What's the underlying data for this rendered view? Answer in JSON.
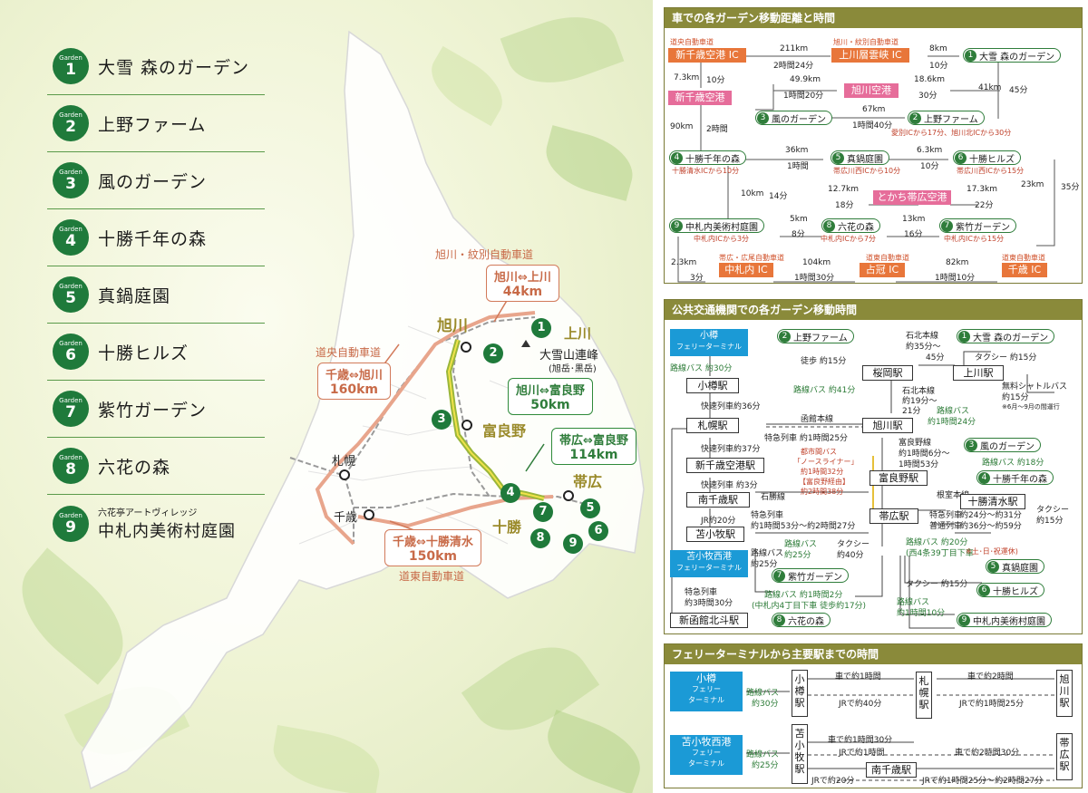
{
  "gardens": [
    {
      "word": "Garden",
      "num": "1",
      "name": "大雪 森のガーデン"
    },
    {
      "word": "Garden",
      "num": "2",
      "name": "上野ファーム"
    },
    {
      "word": "Garden",
      "num": "3",
      "name": "風のガーデン"
    },
    {
      "word": "Garden",
      "num": "4",
      "name": "十勝千年の森"
    },
    {
      "word": "Garden",
      "num": "5",
      "name": "真鍋庭園"
    },
    {
      "word": "Garden",
      "num": "6",
      "name": "十勝ヒルズ"
    },
    {
      "word": "Garden",
      "num": "7",
      "name": "紫竹ガーデン"
    },
    {
      "word": "Garden",
      "num": "8",
      "name": "六花の森"
    },
    {
      "word": "Garden",
      "num": "9",
      "sub": "六花亭アートヴィレッジ",
      "name": "中札内美術村庭園"
    }
  ],
  "map": {
    "highway_asahikawa_monbetsu": "旭川・紋別自動車道",
    "highway_doou": "道央自動車道",
    "highway_doutou": "道東自動車道",
    "c1_title": "旭川⇔上川",
    "c1_dist": "44km",
    "c2_title": "千歳⇔旭川",
    "c2_dist": "160km",
    "c3_title": "旭川⇔富良野",
    "c3_dist": "50km",
    "c4_title": "帯広⇔富良野",
    "c4_dist": "114km",
    "c5_title": "千歳⇔十勝清水",
    "c5_dist": "150km",
    "asahikawa": "旭川",
    "kamikawa": "上川",
    "furano": "富良野",
    "obihiro": "帯広",
    "tokachi": "十勝",
    "sapporo": "札幌",
    "chitose": "千歳",
    "daisetsu": "大雪山連峰",
    "daisetsu_sub": "(旭岳･黒岳)",
    "pins": [
      "1",
      "2",
      "3",
      "4",
      "5",
      "6",
      "7",
      "8",
      "9"
    ]
  },
  "car": {
    "title": "車での各ガーデン移動距離と時間",
    "road_doou": "道央自動車道",
    "road_asa": "旭川・紋別自動車道",
    "road_obihiro": "帯広・広尾自動車道",
    "road_doutou": "道東自動車道",
    "road_doutou2": "道東自動車道",
    "shinchitose_ic": "新千歳空港 IC",
    "kamikawa_ic": "上川層雲峡 IC",
    "nakasatsunai_ic": "中札内 IC",
    "shimukappu_ic": "占冠 IC",
    "chitose_ic": "千歳 IC",
    "shinchitose_ap": "新千歳空港",
    "asahikawa_ap": "旭川空港",
    "tokachi_ap": "とかち帯広空港",
    "g1": "大雪 森のガーデン",
    "g2": "上野ファーム",
    "g3": "風のガーデン",
    "g4": "十勝千年の森",
    "g5": "真鍋庭園",
    "g6": "十勝ヒルズ",
    "g7": "紫竹ガーデン",
    "g8": "六花の森",
    "g9": "中札内美術村庭園",
    "n1": "1",
    "n2": "2",
    "n3": "3",
    "n4": "4",
    "n5": "5",
    "n6": "6",
    "n7": "7",
    "n8": "8",
    "n9": "9",
    "d_211": "211km",
    "t_224": "2時間24分",
    "d_8": "8km",
    "t_10a": "10分",
    "d_73": "7.3km",
    "t_10b": "10分",
    "d_499": "49.9km",
    "t_120": "1時間20分",
    "d_186": "18.6km",
    "t_30": "30分",
    "d_41": "41km",
    "t_45": "45分",
    "d_90": "90km",
    "t_2h": "2時間",
    "d_67": "67km",
    "t_140": "1時間40分",
    "note_g2": "愛別ICから17分、旭川北ICから30分",
    "d_36": "36km",
    "t_1h": "1時間",
    "d_63": "6.3km",
    "t_10c": "10分",
    "note_g4": "十勝清水ICから10分",
    "note_g5": "帯広川西ICから10分",
    "note_g6": "帯広川西ICから15分",
    "d_127": "12.7km",
    "t_18": "18分",
    "d_173": "17.3km",
    "t_22": "22分",
    "d_10": "10km",
    "t_14": "14分",
    "d_23": "23km",
    "t_35": "35分",
    "d_5": "5km",
    "t_8": "8分",
    "d_13": "13km",
    "t_16": "16分",
    "note_g9": "中札内ICから3分",
    "note_g8": "中札内ICから7分",
    "note_g7": "中札内ICから15分",
    "d_23b": "2.3km",
    "t_3": "3分",
    "d_104": "104km",
    "t_130": "1時間30分",
    "d_82": "82km",
    "t_110": "1時間10分"
  },
  "transit": {
    "title": "公共交通機関での各ガーデン移動時間",
    "otaru_ferry": "小樽",
    "otaru_ferry2": "フェリーターミナル",
    "tomakomai_ferry": "苫小牧西港",
    "tomakomai_ferry2": "フェリーターミナル",
    "st_otaru": "小樽駅",
    "st_sapporo": "札幌駅",
    "st_shinchitose": "新千歳空港駅",
    "st_minamichitose": "南千歳駅",
    "st_tomakomai": "苫小牧駅",
    "st_shinhakodate": "新函館北斗駅",
    "st_sakuraoka": "桜岡駅",
    "st_asahikawa": "旭川駅",
    "st_kamikawa": "上川駅",
    "st_furano": "富良野駅",
    "st_obihiro": "帯広駅",
    "st_tokachishimizu": "十勝清水駅",
    "g1": "大雪 森のガーデン",
    "g2": "上野ファーム",
    "g3": "風のガーデン",
    "g4": "十勝千年の森",
    "g5": "真鍋庭園",
    "g6": "十勝ヒルズ",
    "g7": "紫竹ガーデン",
    "g8": "六花の森",
    "g9": "中札内美術村庭園",
    "n1": "1",
    "n2": "2",
    "n3": "3",
    "n4": "4",
    "n5": "5",
    "n6": "6",
    "n7": "7",
    "n8": "8",
    "n9": "9",
    "bus30": "路線バス 約30分",
    "bus41": "路線バス 約41分",
    "walk15": "徒歩 約15分",
    "sekihoku1": "石北本線",
    "sekihoku1t": "約35分～",
    "sekihoku1t2": "45分",
    "taxi15a": "タクシー 約15分",
    "sekihoku2": "石北本線",
    "sekihoku2t": "約19分～",
    "sekihoku2t2": "21分",
    "shuttle": "無料シャトルバス",
    "shuttle_t": "約15分",
    "shuttle_note": "※6月～9月の間運行",
    "bus124": "路線バス",
    "bus124t": "約1時間24分",
    "rapid36": "快速列車約36分",
    "hakodate_line": "函館本線",
    "ltd125": "特急列車 約1時間25分",
    "furano_line": "富良野線",
    "furano_line_t": "約1時間6分～",
    "furano_line_t2": "1時間53分",
    "rapid37": "快速列車約37分",
    "liner": "都市間バス",
    "liner2": "「ノースライナー」",
    "liner3": "約1時間32分",
    "liner4": "【富良野経由】",
    "liner5": "約2時間38分",
    "bus18": "路線バス 約18分",
    "rapid3": "快速列車 約3分",
    "sekisho": "石勝線",
    "nemuro": "根室本線",
    "ltd153": "特急列車",
    "ltd153t": "約1時間53分～約2時間27分",
    "ltd31": "特急列車",
    "ltd31t": "約24分～約31分",
    "local59": "普通列車",
    "local59t": "約36分～約59分",
    "taxi15b": "タクシー",
    "taxi15bt": "約15分",
    "jr20": "JR約20分",
    "bus25": "路線バス",
    "bus25t": "約25分",
    "bus20": "路線バス 約20分",
    "bus20note": "(西4条39丁目下車",
    "bus20note2": "※土･日･祝運休)",
    "taxi40": "タクシー",
    "taxi40t": "約40分",
    "ltd130": "特急列車",
    "ltd130t": "約3時間30分",
    "taxi15c": "タクシー 約15分",
    "bus12": "路線バス 約1時間2分",
    "bus12note": "(中札内4丁目下車 徒歩約17分)",
    "bus110": "路線バス",
    "bus110t": "約1時間10分"
  },
  "ferry": {
    "title": "フェリーターミナルから主要駅までの時間",
    "otaru": "小樽",
    "otaru2": "フェリー",
    "otaru3": "ターミナル",
    "tomakomai": "苫小牧西港",
    "tomakomai2": "フェリー",
    "tomakomai3": "ターミナル",
    "bus30": "路線バス",
    "bus30t": "約30分",
    "bus25": "路線バス",
    "bus25t": "約25分",
    "st_otaru": "小樽駅",
    "st_sapporo": "札幌駅",
    "st_asahikawa": "旭川駅",
    "st_tomakomai": "苫小牧駅",
    "st_obihiro": "帯広駅",
    "st_minamichitose": "南千歳駅",
    "car1h": "車で約1時間",
    "jr40": "JRで約40分",
    "car2h": "車で約2時間",
    "jr125": "JRで約1時間25分",
    "car130": "車で約1時間30分",
    "jr1h": "JRで約1時間",
    "car230": "車で約2時間30分",
    "jr20": "JRで約20分",
    "jr125b": "JRで約1時間25分～約2時間27分"
  }
}
